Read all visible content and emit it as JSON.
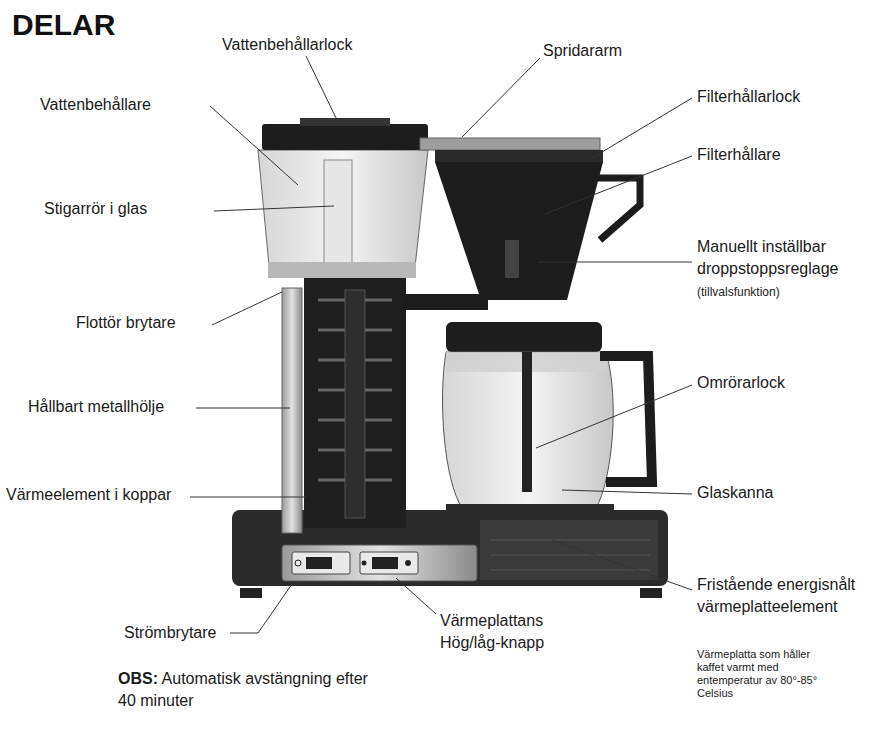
{
  "diagram": {
    "title": "DELAR",
    "labels": [
      "Vattenbehållarlock",
      "Spridararm",
      "Vattenbehållare",
      "Filterhållarlock",
      "Filterhållare",
      "Stigarrör i glas",
      "Manuellt inställbar droppstoppsreglage",
      "(tillvalsfunktion)",
      "Flottör brytare",
      "Hållbart metallhölje",
      "Omrörarlock",
      "Värmeelement i koppar",
      "Glaskanna",
      "Strömbrytare",
      "Värmeplattans Hög/låg-knapp",
      "Fristående energisnålt värmeplatteelement",
      "Värmeplatta som håller kaffet varmt med entemperatur av 80°-85° Celsius",
      "OBS:",
      "Automatisk avstängning efter 40 minuter"
    ]
  }
}
